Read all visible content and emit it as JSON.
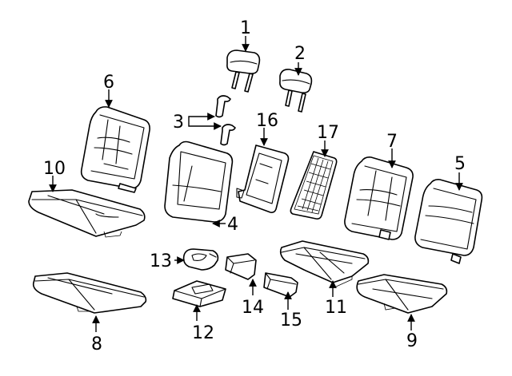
{
  "callouts": [
    {
      "id": "p1",
      "text": "1"
    },
    {
      "id": "p2",
      "text": "2"
    },
    {
      "id": "p3",
      "text": "3"
    },
    {
      "id": "p4",
      "text": "4"
    },
    {
      "id": "p5",
      "text": "5"
    },
    {
      "id": "p6",
      "text": "6"
    },
    {
      "id": "p7",
      "text": "7"
    },
    {
      "id": "p8",
      "text": "8"
    },
    {
      "id": "p9",
      "text": "9"
    },
    {
      "id": "p10",
      "text": "10"
    },
    {
      "id": "p11",
      "text": "11"
    },
    {
      "id": "p12",
      "text": "12"
    },
    {
      "id": "p13",
      "text": "13"
    },
    {
      "id": "p14",
      "text": "14"
    },
    {
      "id": "p15",
      "text": "15"
    },
    {
      "id": "p16",
      "text": "16"
    },
    {
      "id": "p17",
      "text": "17"
    }
  ]
}
